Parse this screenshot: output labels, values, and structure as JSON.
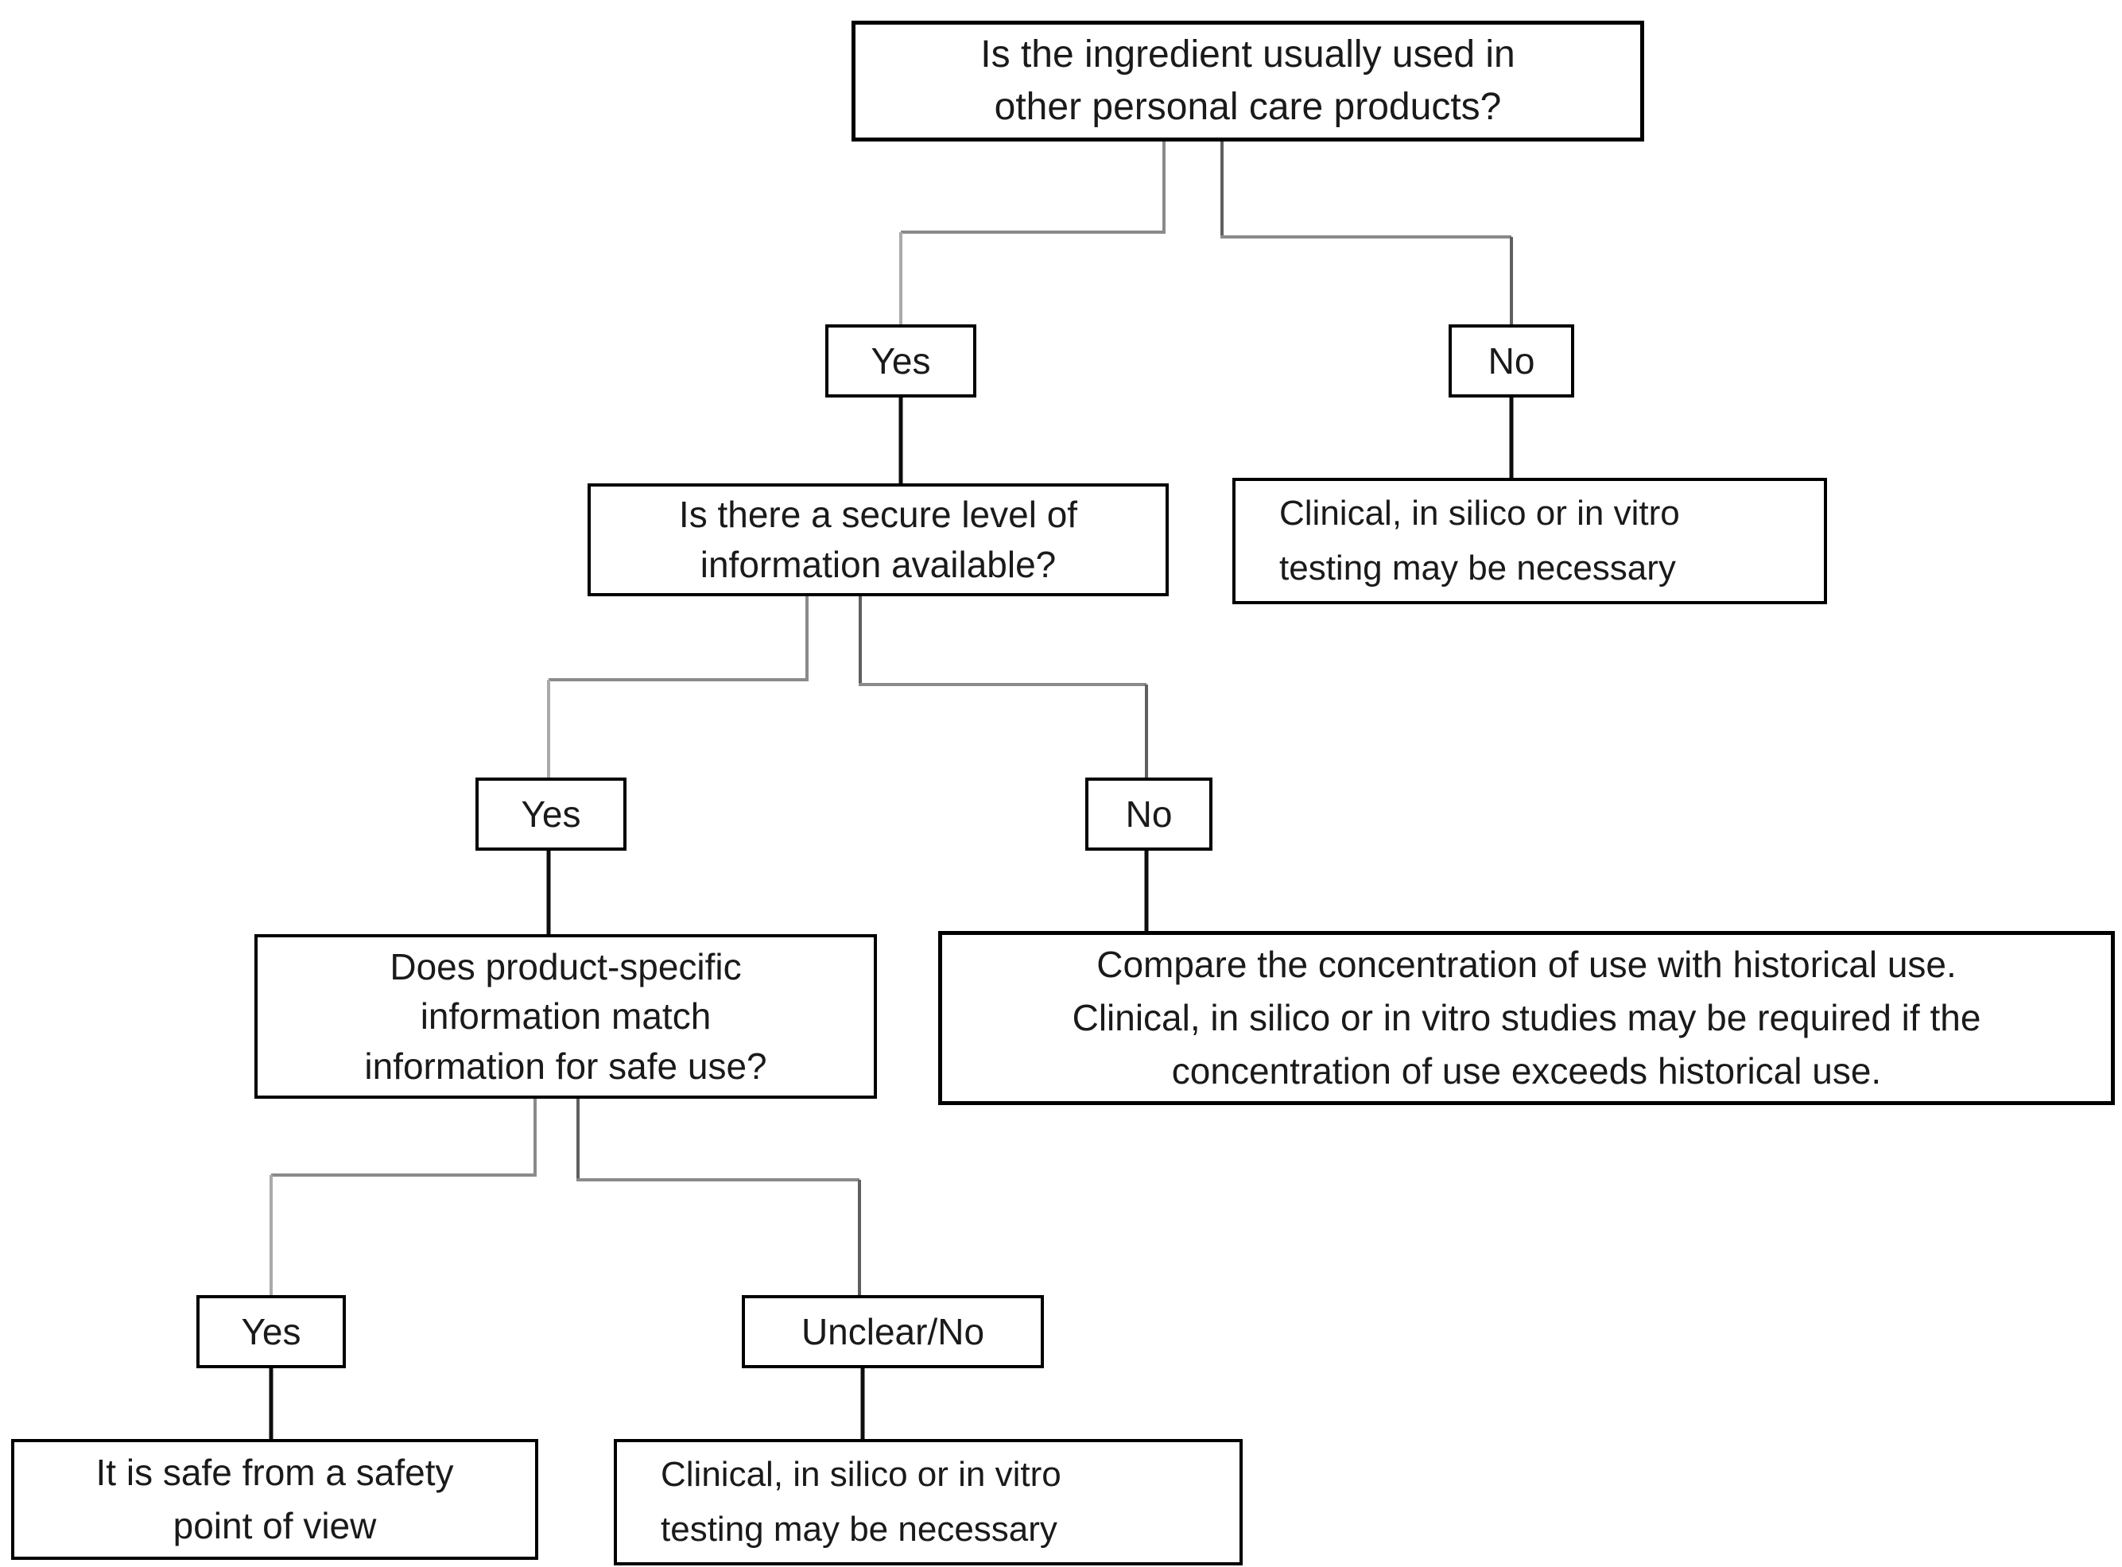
{
  "figure": {
    "type": "decision-flowchart",
    "background_color": "#ffffff",
    "box_border_color": "#000000",
    "text_color": "#1a1a1a",
    "connector_color": "#8a8a8a",
    "direct_stub_color": "#0d0d0d"
  },
  "nodes": {
    "q_main": {
      "role": "question",
      "text": "Is the ingredient usually used in other personal care products?",
      "lines": [
        "Is the ingredient usually used in",
        "other personal care products?"
      ]
    },
    "a1_yes": {
      "role": "answer-label",
      "text": "Yes"
    },
    "a1_no": {
      "role": "answer-label",
      "text": "No"
    },
    "q_secure": {
      "role": "question",
      "text": "Is there a secure level of information available?",
      "lines": [
        "Is there a secure level of",
        "information available?"
      ]
    },
    "o_testing_top": {
      "role": "outcome",
      "text": "Clinical, in silico or in vitro testing may be necessary",
      "lines": [
        "Clinical, in silico or in vitro",
        "testing may be necessary"
      ]
    },
    "a2_yes": {
      "role": "answer-label",
      "text": "Yes"
    },
    "a2_no": {
      "role": "answer-label",
      "text": "No"
    },
    "q_match": {
      "role": "question",
      "text": "Does product-specific information match information for safe use?",
      "lines": [
        "Does product-specific",
        "information match",
        "information for safe use?"
      ]
    },
    "o_compare": {
      "role": "outcome",
      "text": "Compare the concentration of use with historical use. Clinical, in silico or in vitro studies may be required if the concentration of use exceeds historical use.",
      "lines": [
        "Compare the concentration of use with historical use.",
        "Clinical, in silico or in vitro studies may be required if the",
        "concentration of use exceeds historical use."
      ]
    },
    "a3_yes": {
      "role": "answer-label",
      "text": "Yes"
    },
    "a3_unclear": {
      "role": "answer-label",
      "text": "Unclear/No"
    },
    "o_safe": {
      "role": "outcome",
      "text": "It is safe from a safety point of view",
      "lines": [
        "It is safe from a safety",
        "point of view"
      ]
    },
    "o_testing_bottom": {
      "role": "outcome",
      "text": "Clinical, in silico or in vitro testing may be necessary",
      "lines": [
        "Clinical, in silico or in vitro",
        "testing may be necessary"
      ]
    }
  },
  "edges": [
    {
      "from": "q_main",
      "to": "a1_yes"
    },
    {
      "from": "q_main",
      "to": "a1_no"
    },
    {
      "from": "a1_yes",
      "to": "q_secure"
    },
    {
      "from": "a1_no",
      "to": "o_testing_top"
    },
    {
      "from": "q_secure",
      "to": "a2_yes"
    },
    {
      "from": "q_secure",
      "to": "a2_no"
    },
    {
      "from": "a2_yes",
      "to": "q_match"
    },
    {
      "from": "a2_no",
      "to": "o_compare"
    },
    {
      "from": "q_match",
      "to": "a3_yes"
    },
    {
      "from": "q_match",
      "to": "a3_unclear"
    },
    {
      "from": "a3_yes",
      "to": "o_safe"
    },
    {
      "from": "a3_unclear",
      "to": "o_testing_bottom"
    }
  ]
}
